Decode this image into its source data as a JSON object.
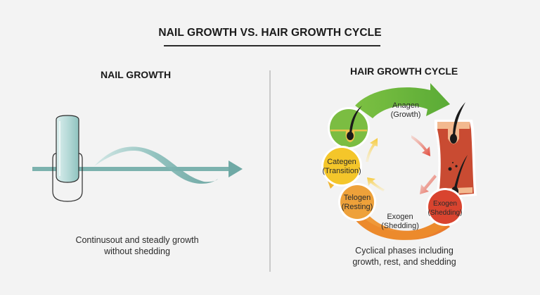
{
  "title": "NAIL GROWTH VS. HAIR GROWTH CYCLE",
  "nail": {
    "title": "NAIL GROWTH",
    "caption_line1": "Continusout and steadly growth",
    "caption_line2": "without shedding",
    "colors": {
      "arrow": "#6fa9a5",
      "nail_fill": "#b9dcda",
      "outline": "#2d2d2d"
    }
  },
  "hair": {
    "title": "HAIR GROWTH CYCLE",
    "caption_line1": "Cyclical phases including",
    "caption_line2": "growth, rest, and shedding",
    "phases": [
      {
        "name": "Anagen",
        "desc": "(Growth)",
        "color": "#6cb43a"
      },
      {
        "name": "Categen",
        "desc": "(Transition)",
        "color": "#f2c522"
      },
      {
        "name": "Telogen",
        "desc": "(Resting)",
        "color": "#eea13a"
      },
      {
        "name": "Exogen",
        "desc": "(Shedding)",
        "color": "#ec8a2c"
      },
      {
        "name": "Exogen",
        "desc": "(Shedding)",
        "color": "#d9442f"
      }
    ],
    "colors": {
      "skin": "#c94b32",
      "skin_top": "#f3b98f",
      "hair": "#1a1a1a"
    }
  }
}
